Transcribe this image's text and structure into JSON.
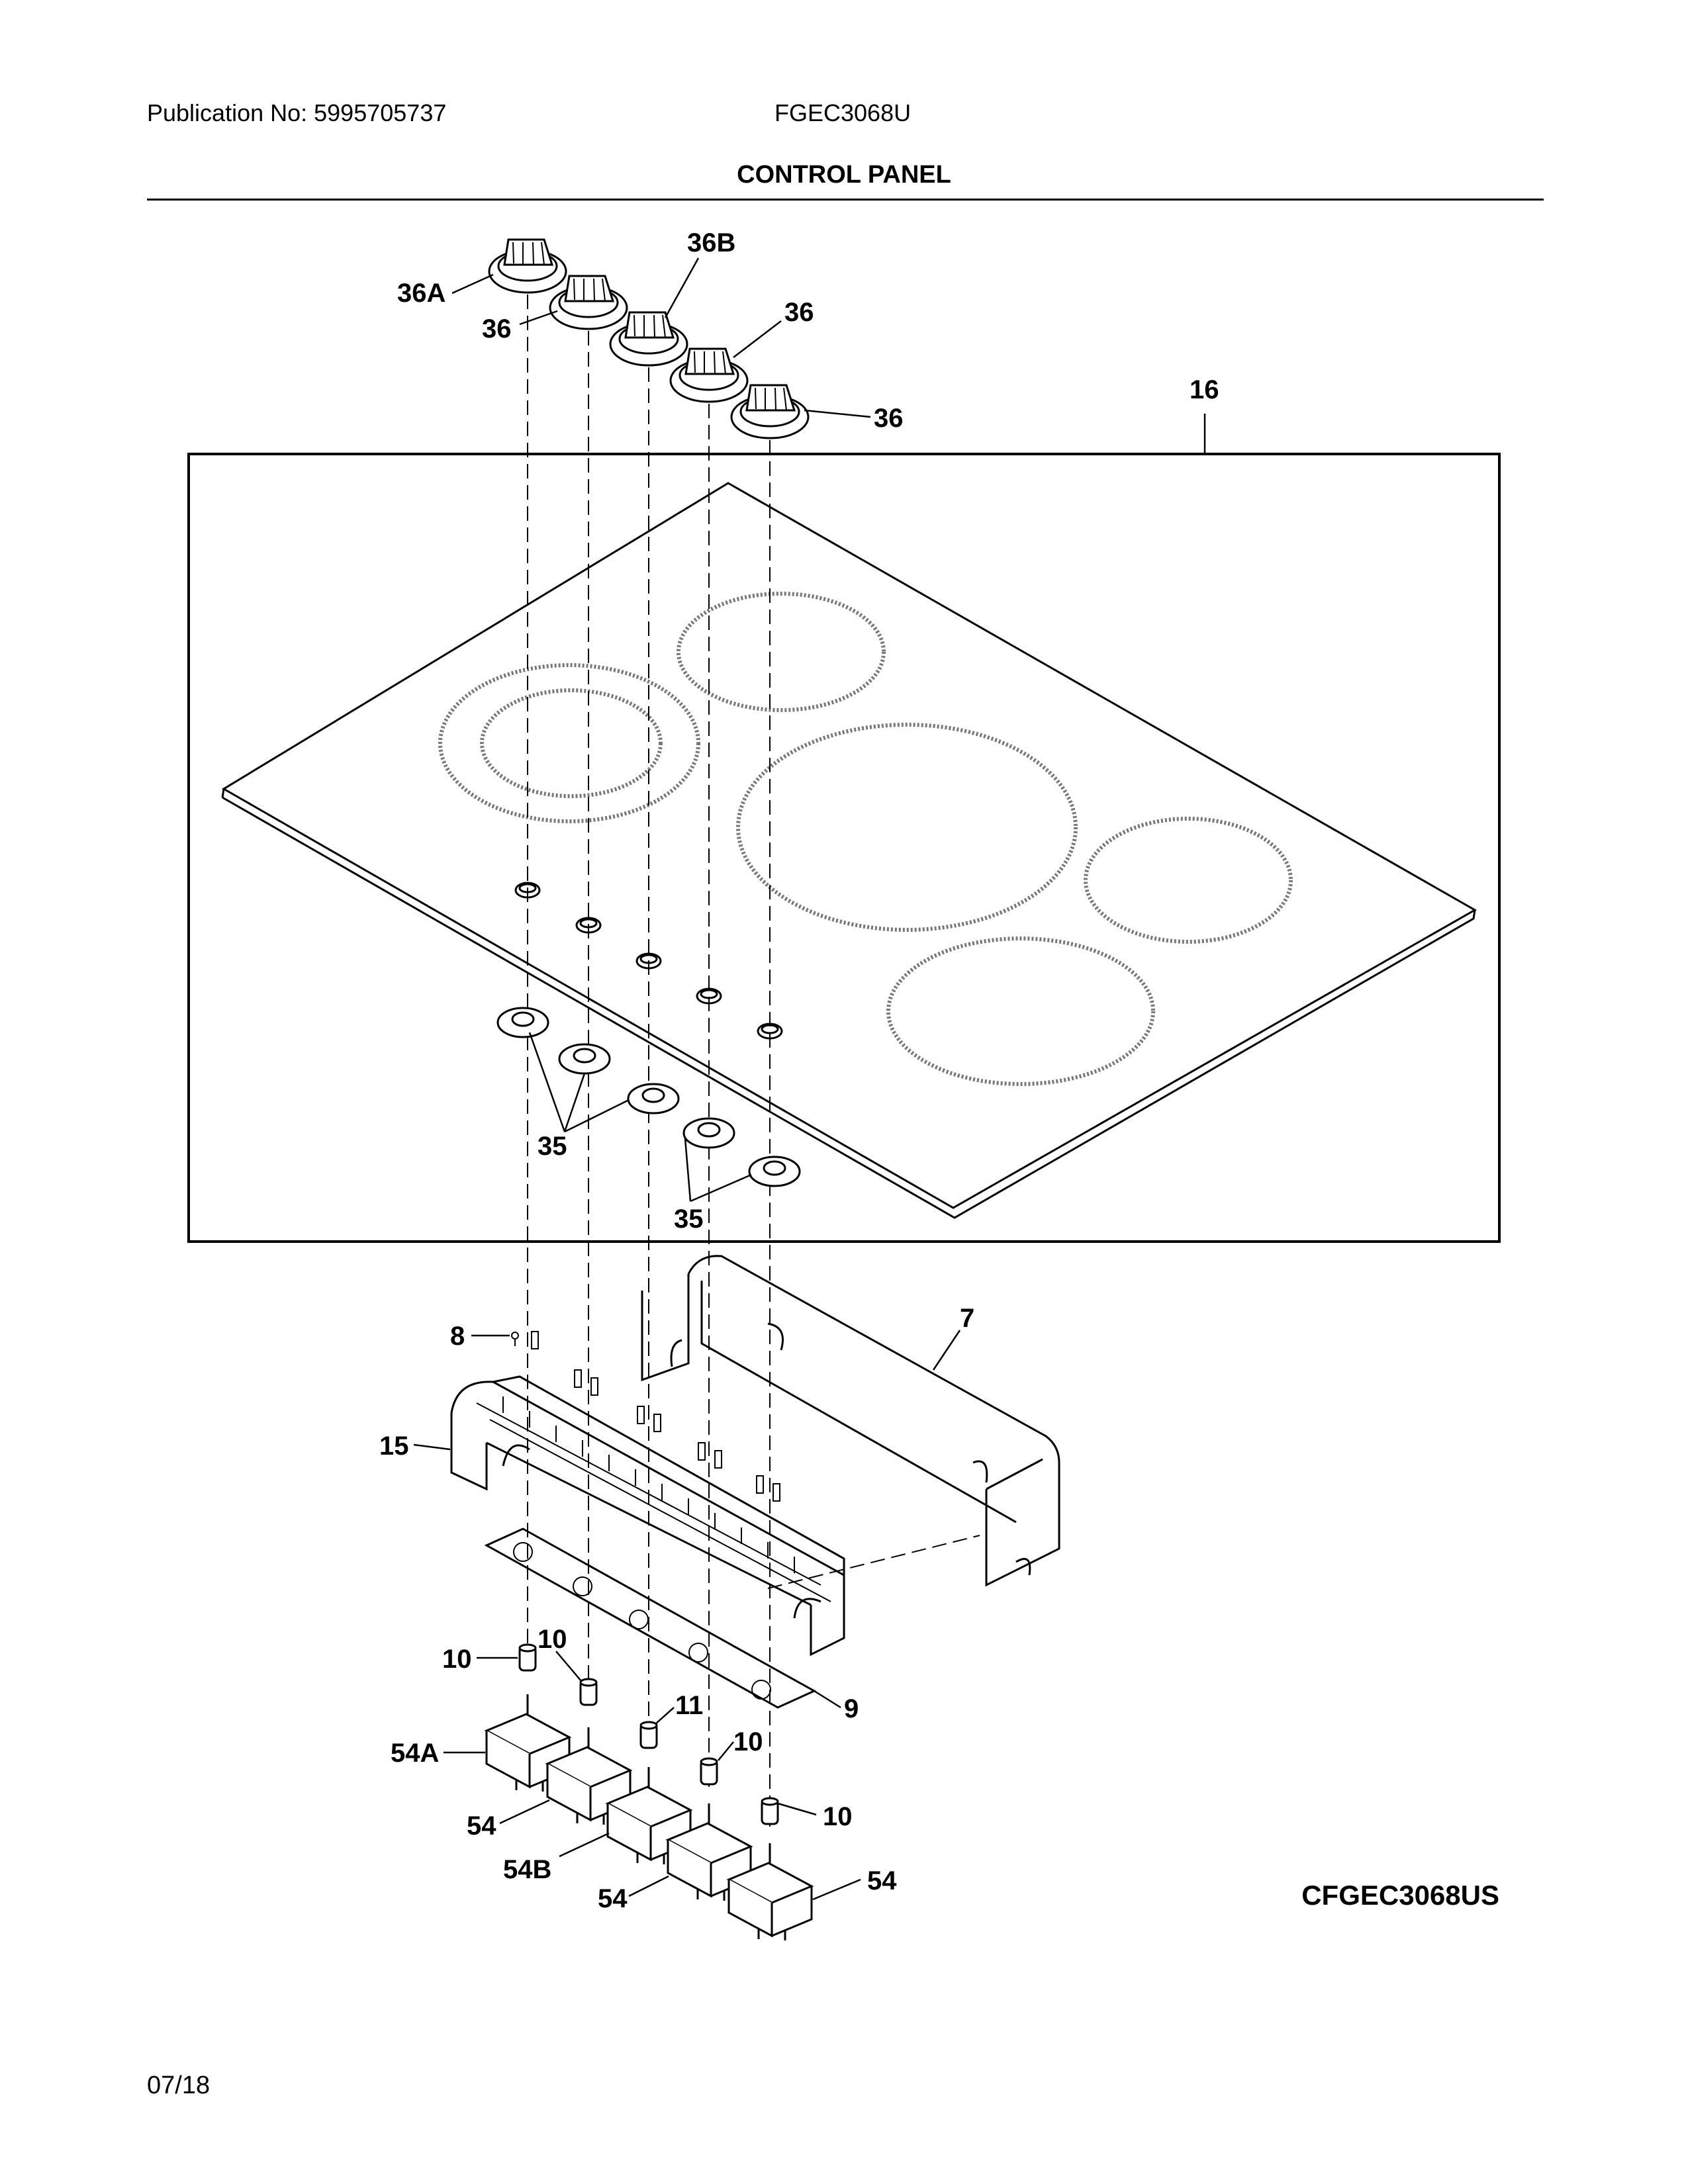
{
  "header": {
    "publication": "Publication No: 5995705737",
    "model": "FGEC3068U",
    "section_title": "CONTROL PANEL"
  },
  "callouts": {
    "knob_36a": "36A",
    "knob_36_1": "36",
    "knob_36b": "36B",
    "knob_36_2": "36",
    "knob_36_3": "36",
    "cooktop_16": "16",
    "bezel_35_a": "35",
    "bezel_35_b": "35",
    "screw_8": "8",
    "bracket_7": "7",
    "panel_15": "15",
    "spacer_10_a": "10",
    "spacer_10_b": "10",
    "spacer_11": "11",
    "spacer_10_c": "10",
    "spacer_10_d": "10",
    "plate_9": "9",
    "switch_54a": "54A",
    "switch_54_a": "54",
    "switch_54b": "54B",
    "switch_54_b": "54",
    "switch_54_c": "54"
  },
  "footer": {
    "diagram_code": "CFGEC3068US",
    "date": "07/18"
  }
}
